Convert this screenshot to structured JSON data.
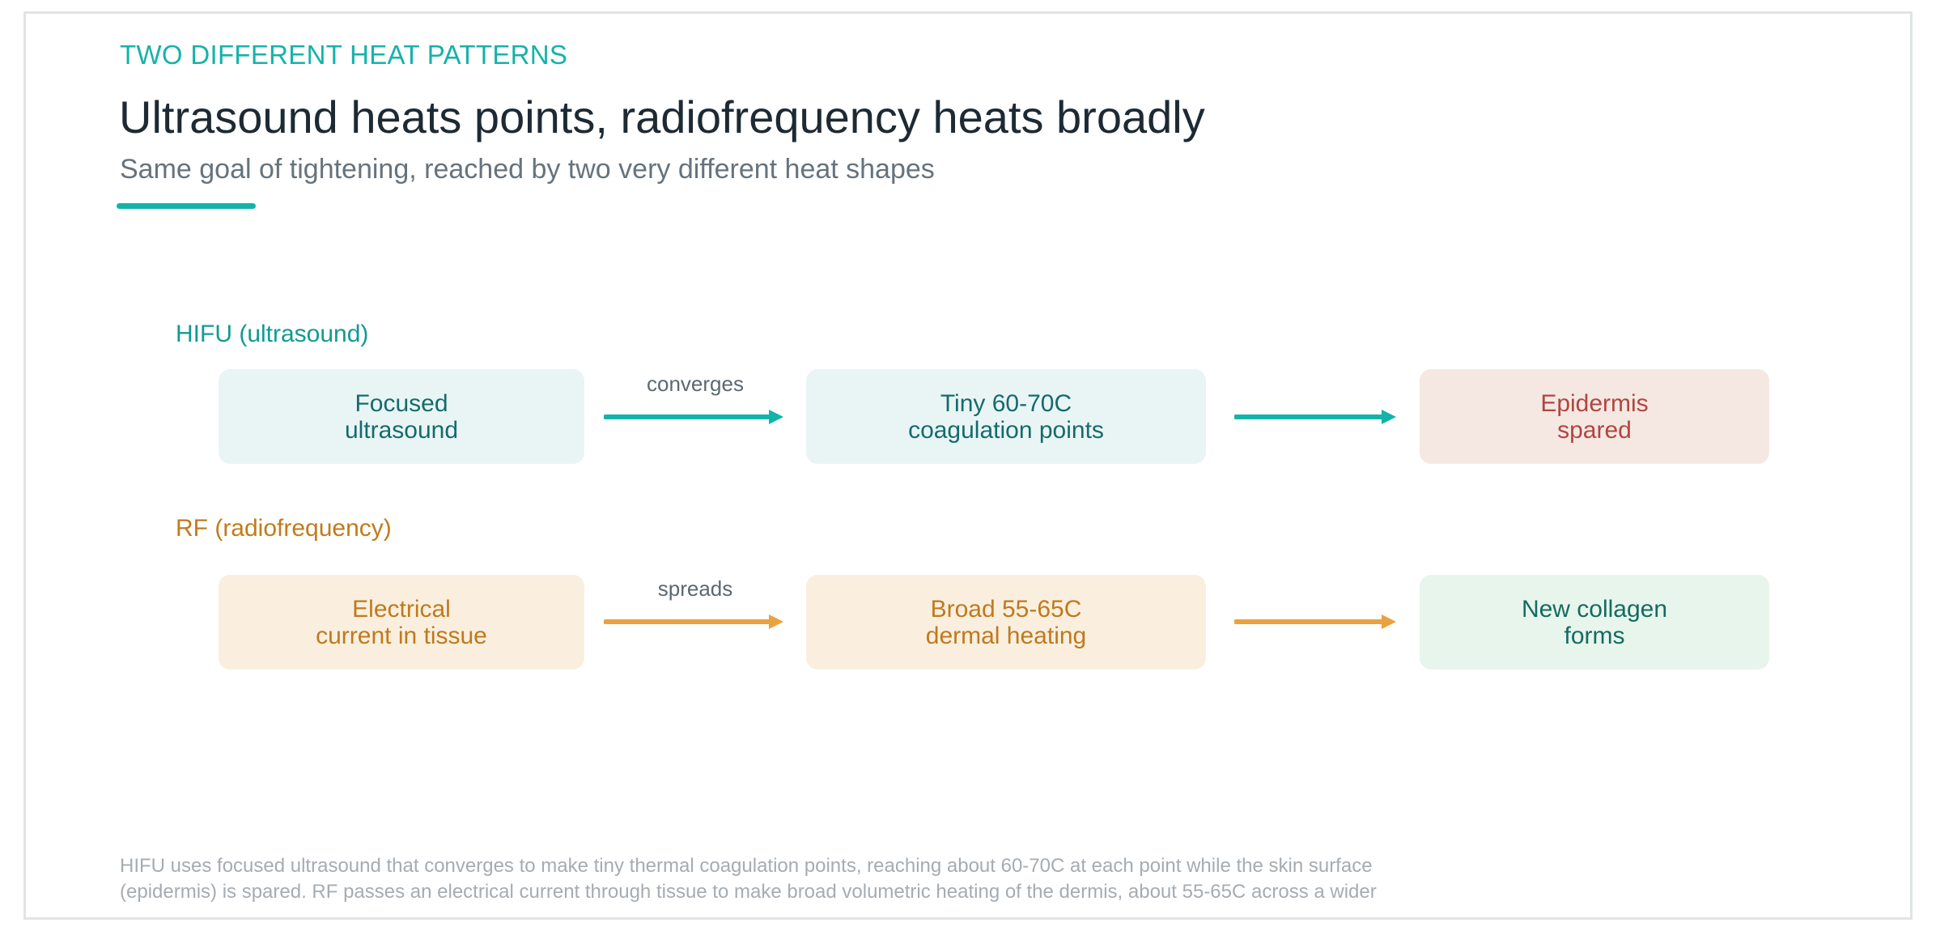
{
  "header": {
    "eyebrow": "TWO DIFFERENT HEAT PATTERNS",
    "title": "Ultrasound heats points, radiofrequency heats broadly",
    "subtitle": "Same goal of tightening, reached by two very different heat shapes"
  },
  "rows": {
    "hifu": {
      "label": "HIFU (ultrasound)",
      "color": "#14b3aa",
      "step1": {
        "line1": "Focused",
        "line2": "ultrasound"
      },
      "edge1": "converges",
      "step2": {
        "line1": "Tiny 60-70C",
        "line2": "coagulation points"
      },
      "edge2": "",
      "step3": {
        "line1": "Epidermis",
        "line2": "spared"
      }
    },
    "rf": {
      "label": "RF (radiofrequency)",
      "color": "#e9a23e",
      "step1": {
        "line1": "Electrical",
        "line2": "current in tissue"
      },
      "edge1": "spreads",
      "step2": {
        "line1": "Broad 55-65C",
        "line2": "dermal heating"
      },
      "edge2": "",
      "step3": {
        "line1": "New collagen",
        "line2": "forms"
      }
    }
  },
  "footnote": {
    "line1": "HIFU uses focused ultrasound that converges to make tiny thermal coagulation points, reaching about 60-70C at each point while the skin surface",
    "line2": "(epidermis) is spared. RF passes an electrical current through tissue to make broad volumetric heating of the dermis, about 55-65C across a wider"
  }
}
